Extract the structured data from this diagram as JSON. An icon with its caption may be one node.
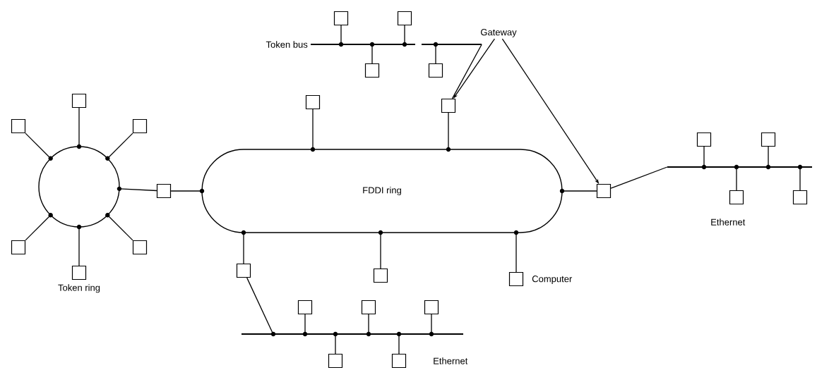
{
  "diagram": {
    "nodes": [
      {
        "text": [
          "FDDI ring"
        ]
      },
      {
        "text": [],
        "shape": "circle"
      },
      {
        "text": [],
        "shape": "box"
      },
      {
        "text": [],
        "shape": "box"
      },
      {
        "text": [],
        "shape": "box"
      },
      {
        "text": [],
        "shape": "box"
      },
      {
        "text": [],
        "shape": "box"
      },
      {
        "text": [],
        "shape": "box"
      },
      {
        "text": [],
        "shape": "box"
      },
      {
        "text": [],
        "shape": "bar",
        "beside": [
          "Token bus"
        ]
      },
      {
        "text": [],
        "shape": "box"
      },
      {
        "text": [],
        "shape": "box"
      },
      {
        "text": [],
        "shape": "box"
      },
      {
        "text": [],
        "shape": "box"
      },
      {
        "text": [],
        "shape": "box"
      },
      {
        "text": [],
        "shape": "box"
      },
      {
        "text": [
          "Gateway"
        ]
      },
      {
        "text": [],
        "shape": "box"
      },
      {
        "text": [],
        "shape": "bar"
      },
      {
        "text": [],
        "shape": "box"
      },
      {
        "text": [],
        "shape": "box"
      },
      {
        "text": [],
        "shape": "box"
      },
      {
        "text": [],
        "shape": "box"
      },
      {
        "text": [],
        "shape": "box"
      },
      {
        "text": [],
        "shape": "box"
      },
      {
        "text": [],
        "shape": "box",
        "beside": [
          "Computer"
        ]
      },
      {
        "text": [],
        "shape": "bar",
        "beside": [
          "Ethernet"
        ]
      },
      {
        "text": [],
        "shape": "box"
      },
      {
        "text": [],
        "shape": "box"
      },
      {
        "text": [],
        "shape": "box"
      },
      {
        "text": [],
        "shape": "box"
      },
      {
        "text": [],
        "shape": "box"
      }
    ],
    "edges": [
      {
        "from": 2,
        "to": 1,
        "arrow": "none"
      },
      {
        "from": 3,
        "to": 1,
        "arrow": "none"
      },
      {
        "from": 4,
        "to": 1,
        "arrow": "none"
      },
      {
        "from": 5,
        "to": 1,
        "arrow": "none"
      },
      {
        "from": 6,
        "to": 1,
        "arrow": "none"
      },
      {
        "from": 7,
        "to": 1,
        "arrow": "none"
      },
      {
        "from": 8,
        "to": 1,
        "arrow": "none"
      },
      {
        "from": 8,
        "to": 0,
        "arrow": "none"
      },
      {
        "from": 10,
        "to": 9,
        "arrow": "none"
      },
      {
        "from": 11,
        "to": 9,
        "arrow": "none"
      },
      {
        "from": 12,
        "to": 9,
        "arrow": "none"
      },
      {
        "from": 13,
        "to": 9,
        "arrow": "none"
      },
      {
        "from": 15,
        "to": 9,
        "arrow": "none"
      },
      {
        "from": 14,
        "to": 0,
        "arrow": "none"
      },
      {
        "from": 15,
        "to": 0,
        "arrow": "none"
      },
      {
        "from": 16,
        "to": 15,
        "arrow": "to"
      },
      {
        "from": 16,
        "to": 17,
        "arrow": "to"
      },
      {
        "from": 17,
        "to": 0,
        "arrow": "none"
      },
      {
        "from": 17,
        "to": 18,
        "arrow": "none"
      },
      {
        "from": 19,
        "to": 18,
        "arrow": "none"
      },
      {
        "from": 20,
        "to": 18,
        "arrow": "none"
      },
      {
        "from": 21,
        "to": 18,
        "arrow": "none"
      },
      {
        "from": 22,
        "to": 18,
        "arrow": "none"
      },
      {
        "from": 23,
        "to": 0,
        "arrow": "none"
      },
      {
        "from": 23,
        "to": 26,
        "arrow": "none"
      },
      {
        "from": 24,
        "to": 0,
        "arrow": "none"
      },
      {
        "from": 25,
        "to": 0,
        "arrow": "none"
      },
      {
        "from": 27,
        "to": 26,
        "arrow": "none"
      },
      {
        "from": 28,
        "to": 26,
        "arrow": "none"
      },
      {
        "from": 29,
        "to": 26,
        "arrow": "none"
      },
      {
        "from": 30,
        "to": 26,
        "arrow": "none"
      },
      {
        "from": 31,
        "to": 26,
        "arrow": "none"
      }
    ],
    "labels": [
      "Ethernet",
      "Token ring"
    ]
  }
}
